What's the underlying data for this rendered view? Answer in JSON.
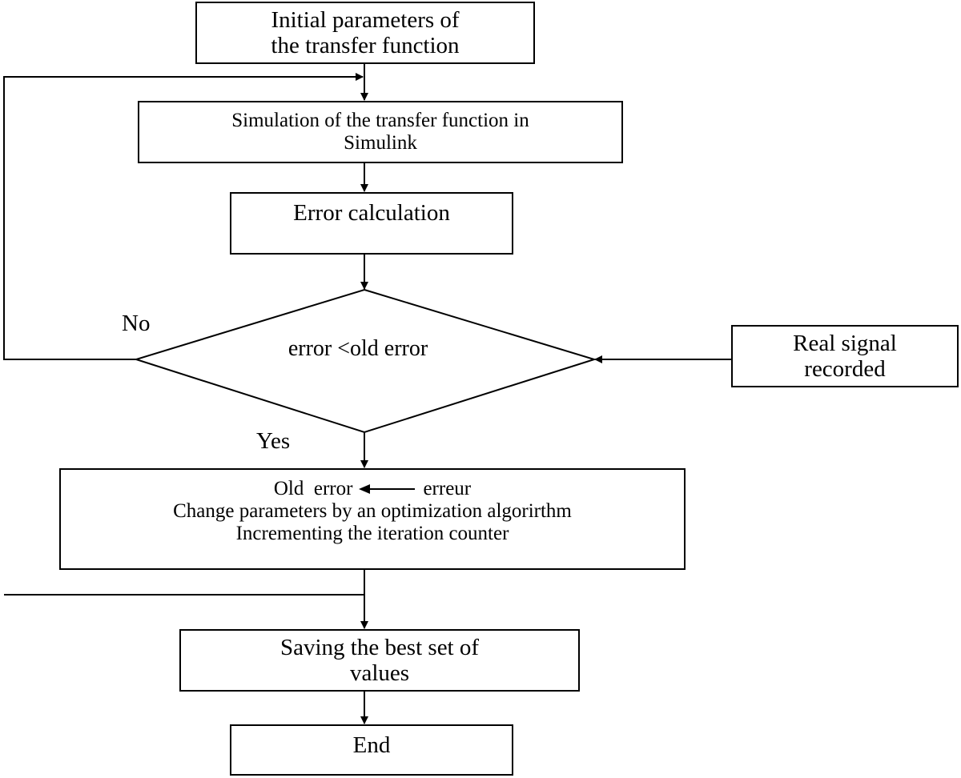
{
  "nodes": {
    "initial": {
      "line1": "Initial parameters of",
      "line2": "the transfer function"
    },
    "simulation": {
      "line1": "Simulation of the transfer function in",
      "line2": "Simulink"
    },
    "error_calc": {
      "text": "Error calculation"
    },
    "decision": {
      "text": "error <old error"
    },
    "real_signal": {
      "line1": "Real signal",
      "line2": "recorded"
    },
    "update": {
      "line1_left": "Old  error",
      "line1_right": "erreur",
      "line2": "Change parameters by an optimization algorirthm",
      "line3": "Incrementing the iteration counter"
    },
    "saving": {
      "line1": "Saving the best set of",
      "line2": "values"
    },
    "end": {
      "text": "End"
    }
  },
  "edge_labels": {
    "no": "No",
    "yes": "Yes"
  }
}
